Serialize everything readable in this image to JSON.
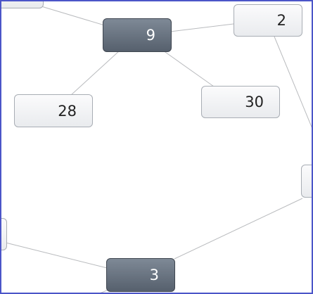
{
  "diagram": {
    "nodes": [
      {
        "id": "n9",
        "label": "9",
        "style": "dark"
      },
      {
        "id": "n2",
        "label": "2",
        "style": "light"
      },
      {
        "id": "n28",
        "label": "28",
        "style": "light"
      },
      {
        "id": "n30",
        "label": "30",
        "style": "light"
      },
      {
        "id": "n3",
        "label": "3",
        "style": "dark"
      },
      {
        "id": "nTopLeft",
        "label": "",
        "style": "light"
      },
      {
        "id": "nRight",
        "label": "",
        "style": "light"
      },
      {
        "id": "nLeft",
        "label": "",
        "style": "light"
      }
    ],
    "edges": [
      [
        "nTopLeft",
        "n9"
      ],
      [
        "n9",
        "n2"
      ],
      [
        "n9",
        "n28"
      ],
      [
        "n9",
        "n30"
      ],
      [
        "n2",
        "nRight"
      ],
      [
        "nRight",
        "n3"
      ],
      [
        "nLeft",
        "n3"
      ],
      [
        "n3",
        "offscreen-bottom"
      ]
    ],
    "colors": {
      "dark_node": "#5f6977",
      "light_node": "#eef0f2",
      "edge": "#b9bbbe",
      "frame": "#4b55c8"
    }
  }
}
